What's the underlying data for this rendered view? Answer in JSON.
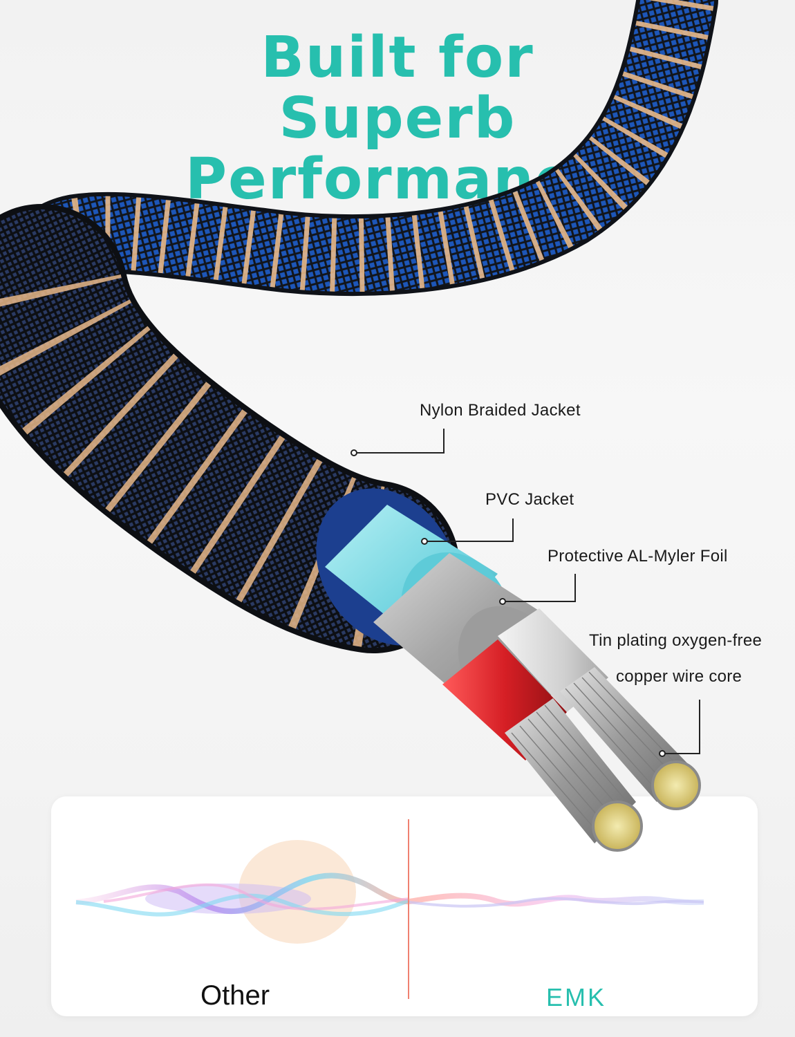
{
  "headline": {
    "line1": "Built for",
    "line2": "Superb",
    "line3": "Performance"
  },
  "callouts": {
    "nylon": "Nylon Braided Jacket",
    "pvc": "PVC Jacket",
    "foil": "Protective AL-Myler Foil",
    "core_line1": "Tin plating oxygen-free",
    "core_line2": "copper wire core"
  },
  "comparison": {
    "left_label": "Other",
    "right_label": "EMK"
  },
  "colors": {
    "accent": "#27bfae",
    "braid_blue": "#1d56b8",
    "braid_black": "#15171c",
    "stripe_gold": "#e9b98a",
    "pvc_cyan": "#7fdce6",
    "foil_gray": "#b8b8b8",
    "wire_red": "#d8262b"
  }
}
